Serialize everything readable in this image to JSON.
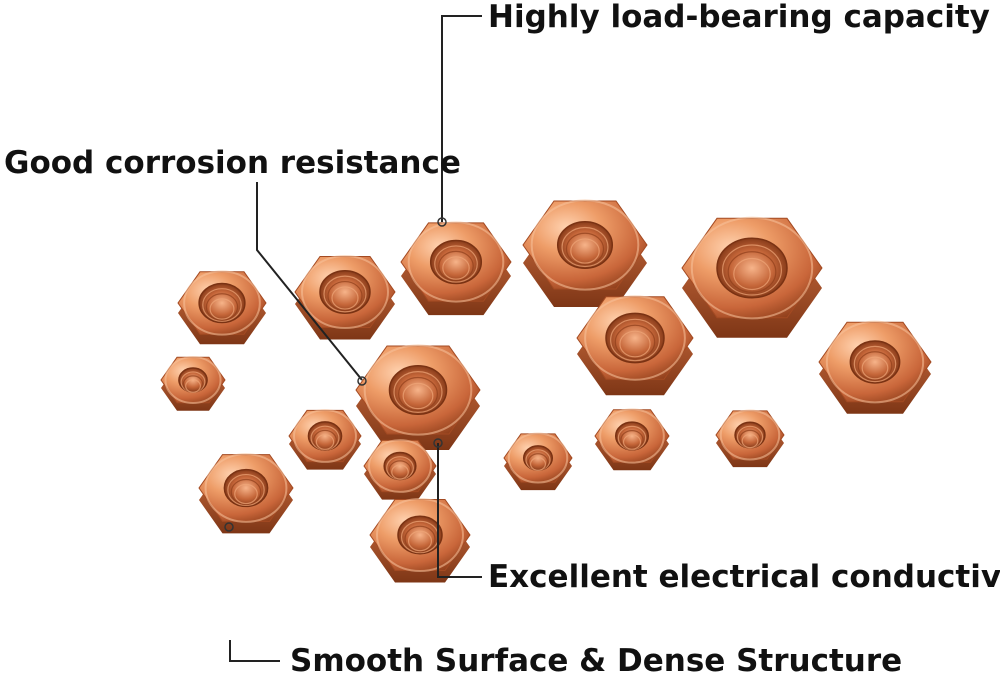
{
  "callouts": {
    "load_bearing": "Highly load-bearing capacity",
    "corrosion": "Good corrosion resistance",
    "conductivity": "Excellent electrical conductivity",
    "surface": "Smooth Surface & Dense Structure"
  },
  "colors": {
    "copper_light": "#f2a978",
    "copper_mid": "#d9784a",
    "copper_dark": "#a34a22",
    "copper_deep": "#7a3213",
    "leader_line": "#222222",
    "text": "#111111"
  },
  "icons": {
    "leader_marker": "circle-marker-icon"
  }
}
